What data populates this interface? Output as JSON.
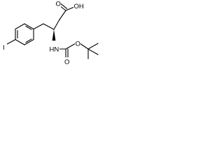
{
  "molecule": {
    "labels": {
      "iodine": "I",
      "carbonyl_oxygen_acid": "O",
      "hydroxyl": "OH",
      "amine": "HN",
      "carbamate_carbonyl_oxygen": "O",
      "ester_oxygen": "O"
    }
  },
  "colors": {
    "bond": "#000000",
    "background": "#ffffff"
  }
}
